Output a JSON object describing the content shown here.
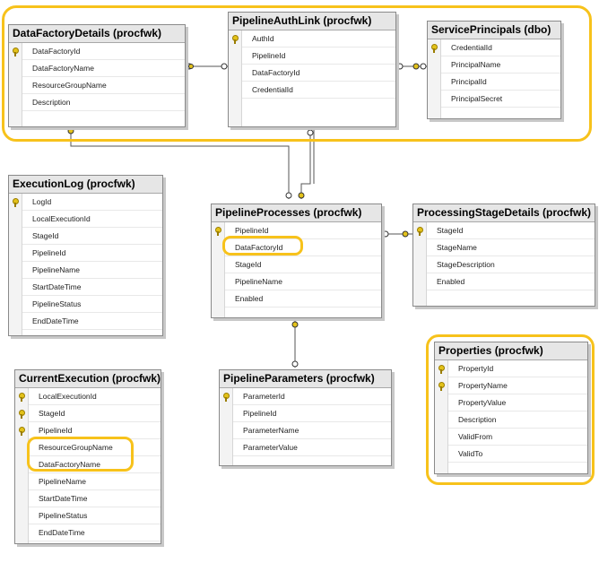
{
  "tables": {
    "datafactorydetails": {
      "title": "DataFactoryDetails (procfwk)",
      "columns": [
        {
          "name": "DataFactoryId",
          "key": true
        },
        {
          "name": "DataFactoryName",
          "key": false
        },
        {
          "name": "ResourceGroupName",
          "key": false
        },
        {
          "name": "Description",
          "key": false
        }
      ]
    },
    "pipelineauthlink": {
      "title": "PipelineAuthLink (procfwk)",
      "columns": [
        {
          "name": "AuthId",
          "key": true
        },
        {
          "name": "PipelineId",
          "key": false
        },
        {
          "name": "DataFactoryId",
          "key": false
        },
        {
          "name": "CredentialId",
          "key": false
        }
      ]
    },
    "serviceprincipals": {
      "title": "ServicePrincipals (dbo)",
      "columns": [
        {
          "name": "CredentialId",
          "key": true
        },
        {
          "name": "PrincipalName",
          "key": false
        },
        {
          "name": "PrincipalId",
          "key": false
        },
        {
          "name": "PrincipalSecret",
          "key": false
        }
      ]
    },
    "executionlog": {
      "title": "ExecutionLog (procfwk)",
      "columns": [
        {
          "name": "LogId",
          "key": true
        },
        {
          "name": "LocalExecutionId",
          "key": false
        },
        {
          "name": "StageId",
          "key": false
        },
        {
          "name": "PipelineId",
          "key": false
        },
        {
          "name": "PipelineName",
          "key": false
        },
        {
          "name": "StartDateTime",
          "key": false
        },
        {
          "name": "PipelineStatus",
          "key": false
        },
        {
          "name": "EndDateTime",
          "key": false
        }
      ]
    },
    "pipelineprocesses": {
      "title": "PipelineProcesses (procfwk)",
      "columns": [
        {
          "name": "PipelineId",
          "key": true
        },
        {
          "name": "DataFactoryId",
          "key": false
        },
        {
          "name": "StageId",
          "key": false
        },
        {
          "name": "PipelineName",
          "key": false
        },
        {
          "name": "Enabled",
          "key": false
        }
      ]
    },
    "processingstagedetails": {
      "title": "ProcessingStageDetails (procfwk)",
      "columns": [
        {
          "name": "StageId",
          "key": true
        },
        {
          "name": "StageName",
          "key": false
        },
        {
          "name": "StageDescription",
          "key": false
        },
        {
          "name": "Enabled",
          "key": false
        }
      ]
    },
    "properties": {
      "title": "Properties (procfwk)",
      "columns": [
        {
          "name": "PropertyId",
          "key": true
        },
        {
          "name": "PropertyName",
          "key": true
        },
        {
          "name": "PropertyValue",
          "key": false
        },
        {
          "name": "Description",
          "key": false
        },
        {
          "name": "ValidFrom",
          "key": false
        },
        {
          "name": "ValidTo",
          "key": false
        }
      ]
    },
    "currentexecution": {
      "title": "CurrentExecution (procfwk)",
      "columns": [
        {
          "name": "LocalExecutionId",
          "key": true
        },
        {
          "name": "StageId",
          "key": true
        },
        {
          "name": "PipelineId",
          "key": true
        },
        {
          "name": "ResourceGroupName",
          "key": false
        },
        {
          "name": "DataFactoryName",
          "key": false
        },
        {
          "name": "PipelineName",
          "key": false
        },
        {
          "name": "StartDateTime",
          "key": false
        },
        {
          "name": "PipelineStatus",
          "key": false
        },
        {
          "name": "EndDateTime",
          "key": false
        }
      ]
    },
    "pipelineparameters": {
      "title": "PipelineParameters (procfwk)",
      "columns": [
        {
          "name": "ParameterId",
          "key": true
        },
        {
          "name": "PipelineId",
          "key": false
        },
        {
          "name": "ParameterName",
          "key": false
        },
        {
          "name": "ParameterValue",
          "key": false
        }
      ]
    }
  },
  "colors": {
    "highlight": "#f7c21b",
    "key_icon": "#e3c21a",
    "connector": "#555555"
  },
  "icons": {
    "primary_key": "key-icon"
  }
}
